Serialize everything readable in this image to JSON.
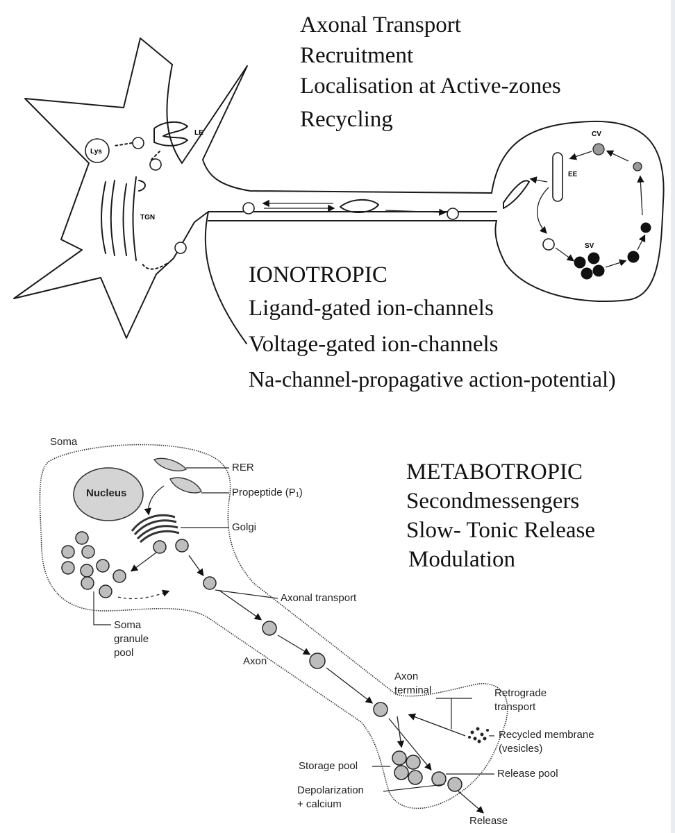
{
  "top_panel": {
    "headings": [
      "Axonal Transport",
      "Recruitment",
      "Localisation at Active-zones",
      "Recycling"
    ],
    "ionotropic": {
      "title": "IONOTROPIC",
      "items": [
        "Ligand-gated ion-channels",
        "Voltage-gated ion-channels",
        "Na-channel-propagative action-potential)"
      ]
    },
    "organelle_labels": {
      "lys": "Lys",
      "le": "LE",
      "tgn": "TGN",
      "cv": "CV",
      "ee": "EE",
      "sv": "SV"
    }
  },
  "bottom_panel": {
    "metabotropic": {
      "title": "METABOTROPIC",
      "items": [
        "Secondmessengers",
        "Slow- Tonic Release",
        "Modulation"
      ]
    },
    "labels": {
      "soma": "Soma",
      "nucleus": "Nucleus",
      "rer": "RER",
      "propeptide": "Propeptide (P₁)",
      "golgi": "Golgi",
      "axonal_transport": "Axonal transport",
      "soma_granule_pool": [
        "Soma",
        "granule",
        "pool"
      ],
      "axon": "Axon",
      "axon_terminal": [
        "Axon",
        "terminal"
      ],
      "retrograde_transport": [
        "Retrograde",
        "transport"
      ],
      "recycled_membrane": [
        "Recycled membrane",
        "(vesicles)"
      ],
      "storage_pool": "Storage pool",
      "release_pool": "Release pool",
      "depolarization": [
        "Depolarization",
        "+ calcium"
      ],
      "release": "Release"
    }
  }
}
